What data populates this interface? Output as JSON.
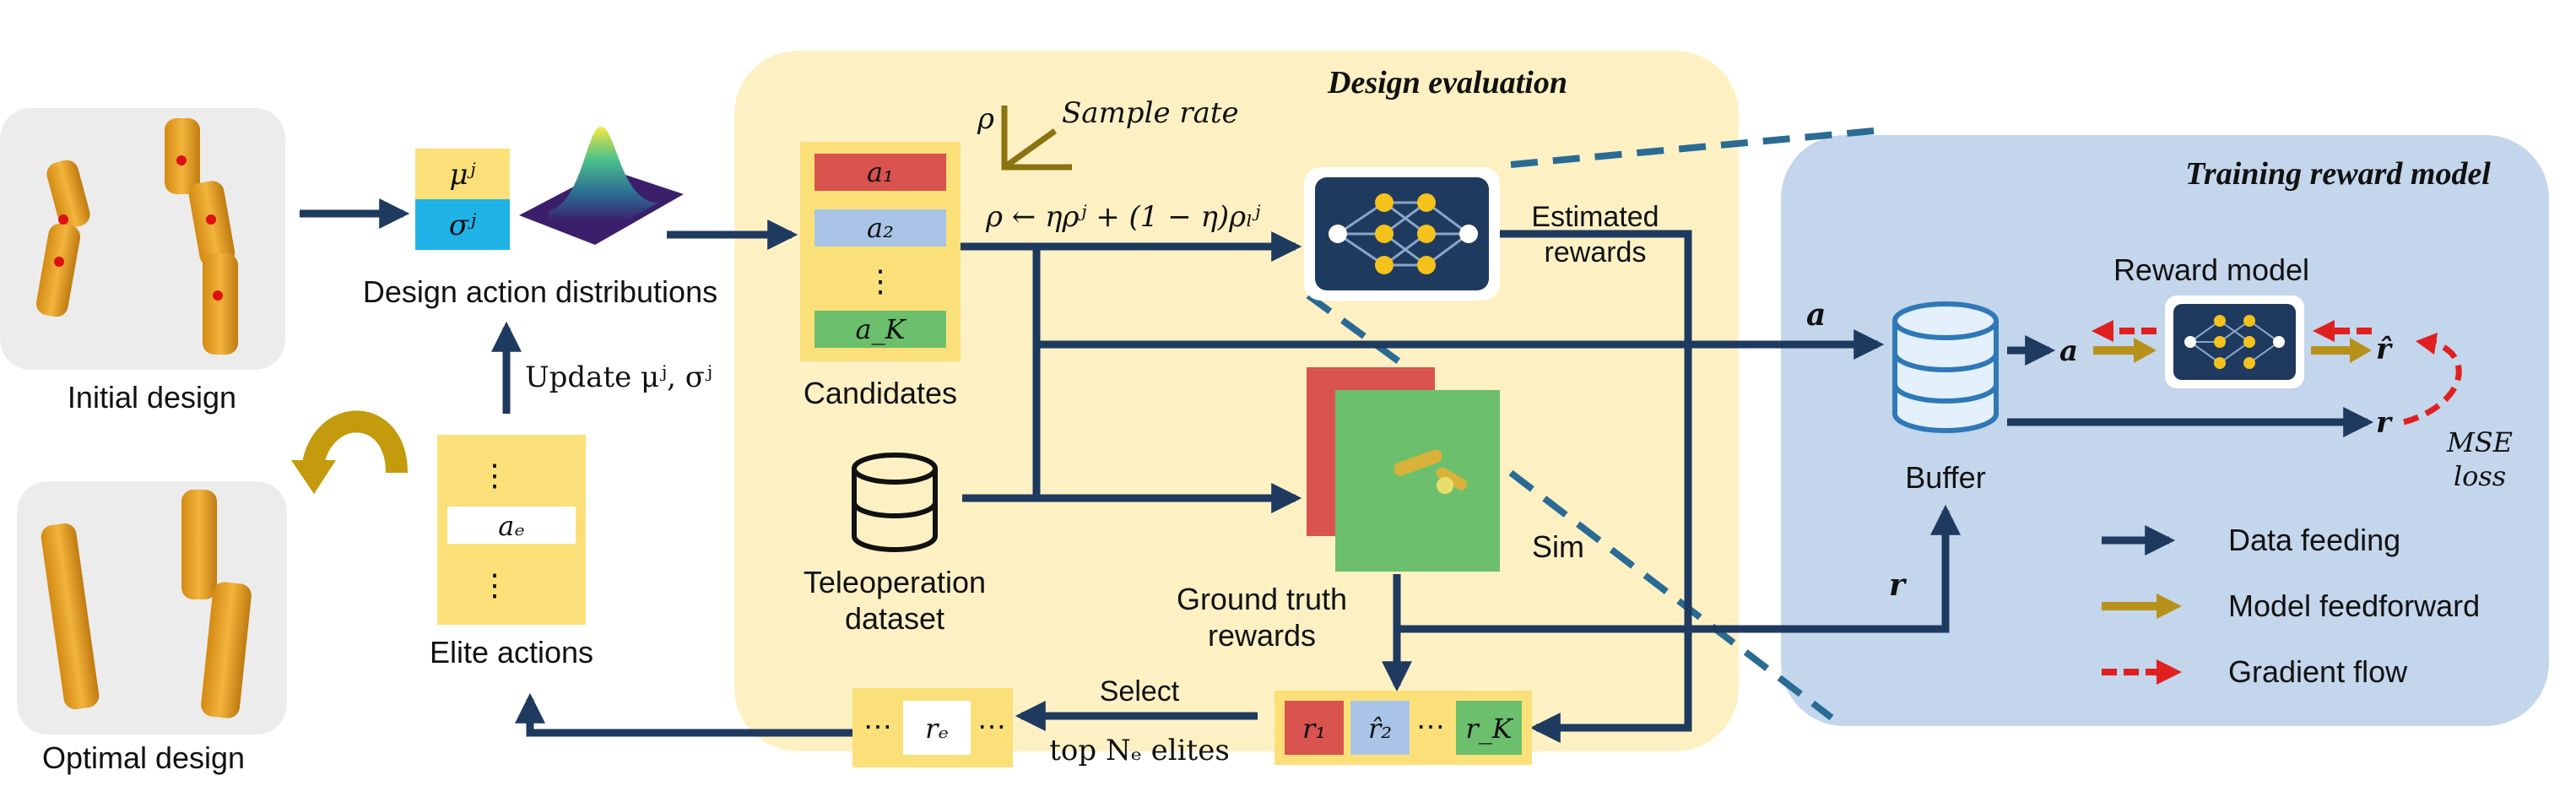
{
  "sections": {
    "design_evaluation": "Design evaluation",
    "training_reward_model": "Training reward model"
  },
  "left": {
    "initial_design": "Initial design",
    "optimal_design": "Optimal design"
  },
  "distributions": {
    "mu": "μʲ",
    "sigma": "σʲ",
    "label": "Design action distributions",
    "update_label": "Update μʲ, σʲ"
  },
  "elites": {
    "dots_top": "⋮",
    "item": "aₑ",
    "dots_bottom": "⋮",
    "label": "Elite actions"
  },
  "candidates": {
    "items": [
      "a₁",
      "a₂",
      "⋮",
      "a_K"
    ],
    "label": "Candidates"
  },
  "sample_rate": {
    "rho": "ρ",
    "label": "Sample rate",
    "formula": "ρ ← ηρʲ + (1 − η)ρₗʲ"
  },
  "estimated_rewards": {
    "line1": "Estimated",
    "line2": "rewards"
  },
  "sim": {
    "label": "Sim"
  },
  "teleop": {
    "line1": "Teleoperation",
    "line2": "dataset"
  },
  "ground_truth": {
    "line1": "Ground truth",
    "line2": "rewards"
  },
  "reward_row": {
    "r1": "r₁",
    "r2": "r̂₂",
    "dots": "⋯",
    "rk": "r_K"
  },
  "select": {
    "line1": "Select",
    "line2": "top Nₑ elites",
    "dots_left": "⋯",
    "item": "rₑ",
    "dots_right": "⋯"
  },
  "training": {
    "a_in": "a",
    "r_in": "r",
    "buffer": "Buffer",
    "a_out": "a",
    "r_out": "r",
    "reward_model": "Reward model",
    "r_hat": "r̂",
    "mse_line1": "MSE",
    "mse_line2": "loss"
  },
  "legend": {
    "items": [
      "Data feeding",
      "Model feedforward",
      "Gradient flow"
    ]
  },
  "colors": {
    "design_eval_bg": "#fdf1c4",
    "training_bg": "#c3d6ec",
    "data_feeding": "#1f3a5f",
    "model_feedforward": "#b8911a",
    "gradient_flow": "#e02020",
    "red_box": "#d9534f",
    "blue_box": "#a9c4e6",
    "green_box": "#6cbf6c",
    "yellow_box": "#fbe07a",
    "cyan_box": "#1fb3e8"
  }
}
